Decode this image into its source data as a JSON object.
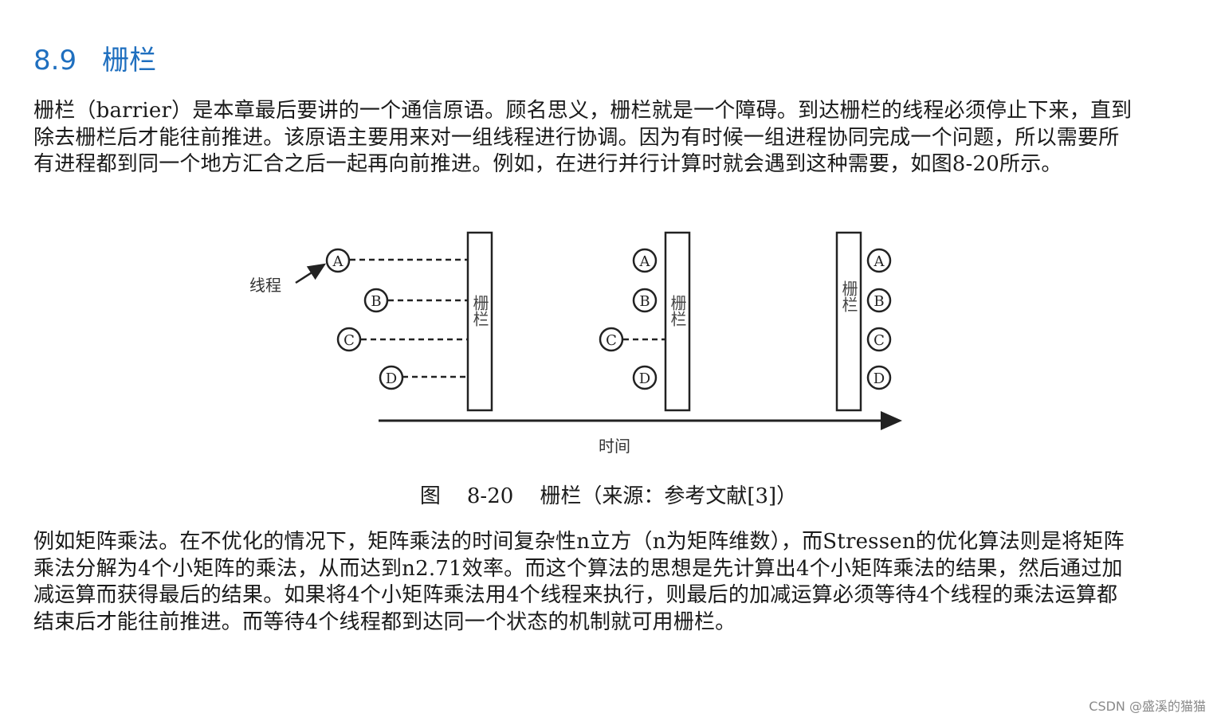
{
  "heading": {
    "number": "8.9",
    "title": "栅栏"
  },
  "paragraphs": [
    "栅栏（barrier）是本章最后要讲的一个通信原语。顾名思义，栅栏就是一个障碍。到达栅栏的线程必须停止下来，直到除去栅栏后才能往前推进。该原语主要用来对一组线程进行协调。因为有时候一组进程协同完成一个问题，所以需要所有进程都到同一个地方汇合之后一起再向前推进。例如，在进行并行计算时就会遇到这种需要，如图8-20所示。",
    "例如矩阵乘法。在不优化的情况下，矩阵乘法的时间复杂性n立方（n为矩阵维数），而Stressen的优化算法则是将矩阵乘法分解为4个小矩阵的乘法，从而达到n2.71效率。而这个算法的思想是先计算出4个小矩阵乘法的结果，然后通过加减运算而获得最后的结果。如果将4个小矩阵乘法用4个线程来执行，则最后的加减运算必须等待4个线程的乘法运算都结束后才能往前推进。而等待4个线程都到达同一个状态的机制就可用栅栏。"
  ],
  "figure": {
    "thread_label": "线程",
    "barrier_label": "栅栏",
    "time_label": "时间",
    "threads": [
      "A",
      "B",
      "C",
      "D"
    ],
    "caption": "图    8-20    栅栏（来源：参考文献[3]）"
  },
  "watermark": "CSDN @盛溪的猫猫"
}
